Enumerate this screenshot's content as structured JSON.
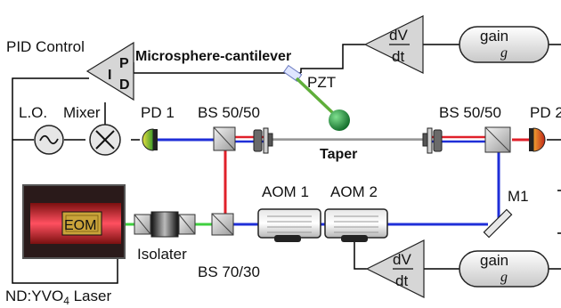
{
  "labels": {
    "pid_control": "PID Control",
    "pid_p": "P",
    "pid_i": "I",
    "pid_d": "D",
    "lo": "L.O.",
    "mixer": "Mixer",
    "pd1": "PD 1",
    "pd2": "PD 2",
    "bs_left": "BS 50/50",
    "bs_right": "BS 50/50",
    "bs_70_30": "BS 70/30",
    "microsphere": "Microsphere-cantilever",
    "pzt": "PZT",
    "taper": "Taper",
    "aom1": "AOM 1",
    "aom2": "AOM 2",
    "m1": "M1",
    "eom": "EOM",
    "isolater": "Isolater",
    "laser_prefix": "ND:YVO",
    "laser_sub": "4",
    "laser_suffix": " Laser",
    "dvdt_top_num": "dV",
    "dvdt_top_den": "dt",
    "dvdt_bottom_num": "dV",
    "dvdt_bottom_den": "dt",
    "gain_top": "gain",
    "gain_top_sym": "g",
    "gain_bottom": "gain",
    "gain_bottom_sym": "g"
  },
  "colors": {
    "beam_blue": "#1f2fd8",
    "beam_red": "#e0202a",
    "beam_green": "#3fcf3f",
    "cantilever_green": "#5fae3a",
    "sphere_green": "#1e9a3e",
    "laser_body": "#2a1a1a",
    "laser_rod": "#d9283a",
    "eom_fill": "#c9a33a"
  }
}
